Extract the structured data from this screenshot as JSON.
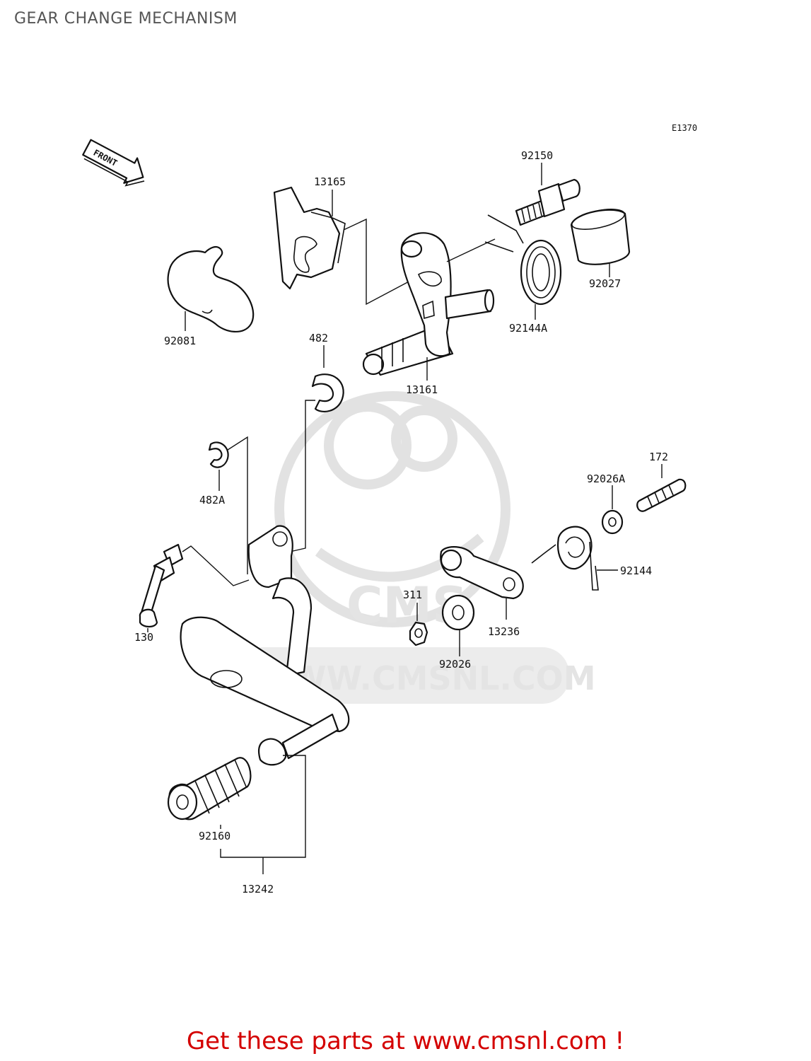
{
  "page": {
    "title": "GEAR CHANGE MECHANISM",
    "diagram_code": "E1370",
    "front_label": "FRONT",
    "footer": "Get these parts at www.cmsnl.com !",
    "watermark_text": "WWW.CMSNL.COM",
    "watermark_logo_text": "CMS"
  },
  "parts": [
    {
      "id": "13165",
      "label": "13165"
    },
    {
      "id": "92150",
      "label": "92150"
    },
    {
      "id": "92027",
      "label": "92027"
    },
    {
      "id": "92144A",
      "label": "92144A"
    },
    {
      "id": "13161",
      "label": "13161"
    },
    {
      "id": "92081",
      "label": "92081"
    },
    {
      "id": "482",
      "label": "482"
    },
    {
      "id": "482A",
      "label": "482A"
    },
    {
      "id": "172",
      "label": "172"
    },
    {
      "id": "92026A",
      "label": "92026A"
    },
    {
      "id": "92144",
      "label": "92144"
    },
    {
      "id": "311",
      "label": "311"
    },
    {
      "id": "13236",
      "label": "13236"
    },
    {
      "id": "92026",
      "label": "92026"
    },
    {
      "id": "130",
      "label": "130"
    },
    {
      "id": "92160",
      "label": "92160"
    },
    {
      "id": "13242",
      "label": "13242"
    }
  ],
  "colors": {
    "title": "#555555",
    "footer": "#d40000",
    "watermark": "#e4e4e4",
    "line": "#111111"
  }
}
